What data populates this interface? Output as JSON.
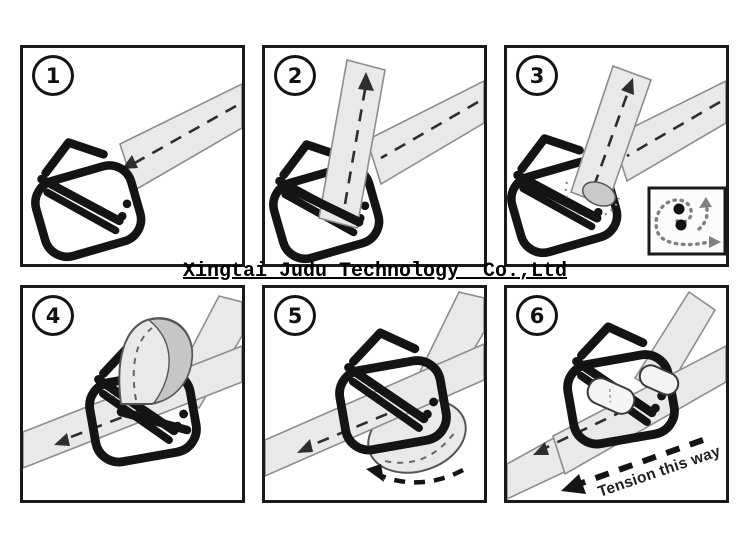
{
  "watermark": {
    "text": "Xingtai Judu Technology  Co.,Ltd"
  },
  "colors": {
    "background": "#ffffff",
    "panel_border": "#1a1a1a",
    "line_art": "#141414",
    "strap_fill": "#e9e9e9",
    "strap_shadow": "#c6c6c6",
    "dash": "#2e2e2e"
  },
  "panels": [
    {
      "number": "1"
    },
    {
      "number": "2"
    },
    {
      "number": "3"
    },
    {
      "number": "4"
    },
    {
      "number": "5"
    },
    {
      "number": "6",
      "label": "Tension this way"
    }
  ]
}
